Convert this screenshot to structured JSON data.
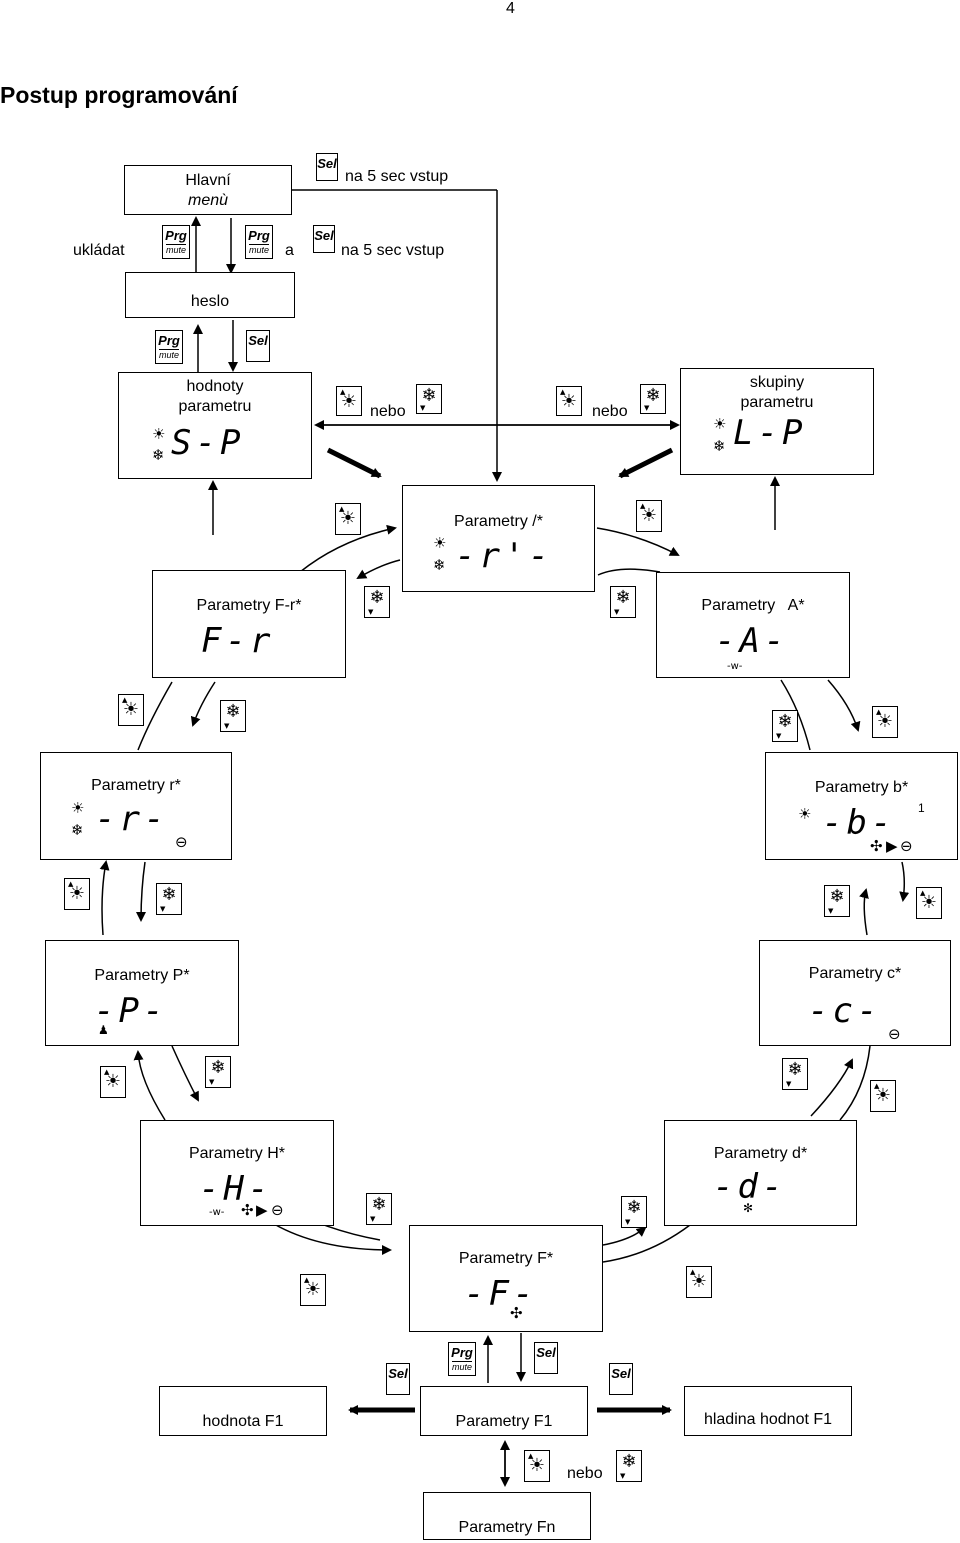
{
  "page_number": "4",
  "title": "Postup programování",
  "keys": {
    "sel": "Sel",
    "prg": "Prg",
    "mute": "mute",
    "up_arrow": "▲",
    "down_arrow": "▼",
    "sun_glyph": "☀",
    "snow_glyph": "❄"
  },
  "labels": {
    "hlavni": "Hlavní",
    "menu": "menù",
    "na5sec_1": "na 5 sec vstup",
    "na5sec_2": "na 5 sec vstup",
    "ukladat": "ukládat",
    "a": "a",
    "heslo": "heslo",
    "nebo_1": "nebo",
    "nebo_2": "nebo",
    "nebo_3": "nebo"
  },
  "hodnoty": {
    "title": "hodnoty parametru",
    "display": "S-P"
  },
  "skupiny": {
    "title": "skupiny parametru",
    "display": "L-P"
  },
  "groups": {
    "slash": {
      "title": "Parametry /*",
      "display": "-r'-"
    },
    "fr": {
      "title": "Parametry F-r*",
      "display": "F-r"
    },
    "a": {
      "title": "Parametry   A*",
      "display": "-A-"
    },
    "r": {
      "title": "Parametry r*",
      "display": "-r-"
    },
    "b": {
      "title": "Parametry b*",
      "display": "-b-",
      "superscript": "1"
    },
    "p": {
      "title": "Parametry P*",
      "display": "-P-"
    },
    "c": {
      "title": "Parametry c*",
      "display": "-c-"
    },
    "h": {
      "title": "Parametry H*",
      "display": "-H-"
    },
    "d": {
      "title": "Parametry d*",
      "display": "-d-"
    },
    "f": {
      "title": "Parametry F*",
      "display": "-F-"
    }
  },
  "bottom": {
    "hodnota_f1": "hodnota F1",
    "parametry_f1": "Parametry F1",
    "hladina": "hladina hodnot F1",
    "parametry_fn": "Parametry Fn"
  },
  "status_icons": {
    "compressor": "⊖",
    "fan": "✣",
    "pump": "▶",
    "heater": "-w-",
    "defrost": "✻",
    "alarm": "♟"
  }
}
